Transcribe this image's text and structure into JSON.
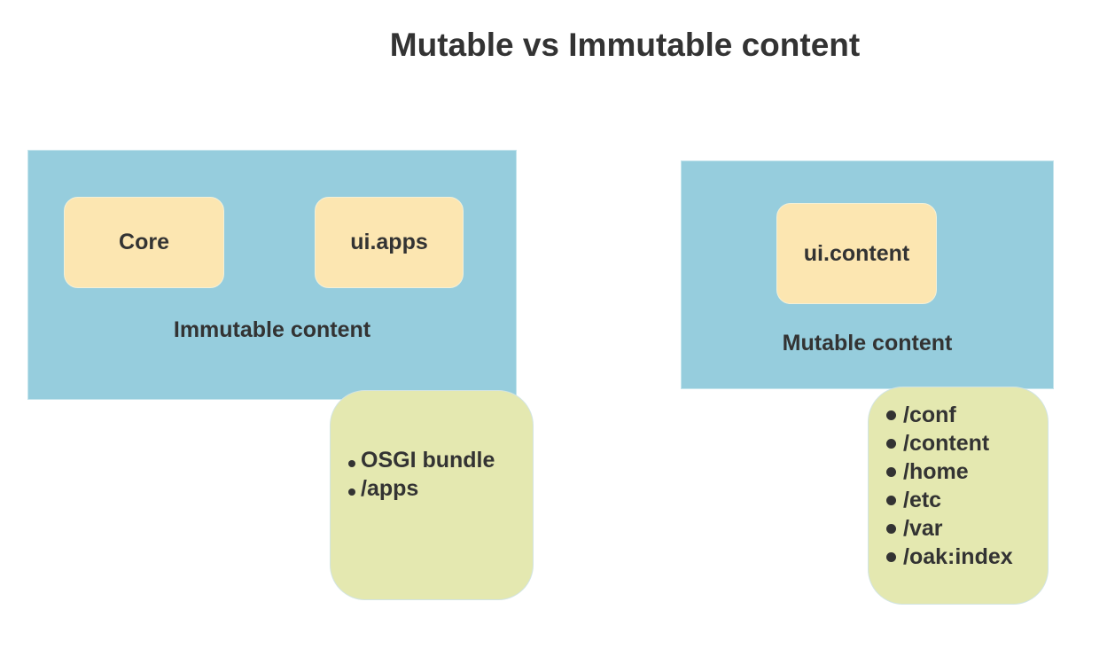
{
  "title": "Mutable vs Immutable content",
  "colors": {
    "group_fill": "#96cddd",
    "module_fill": "#fce6b1",
    "note_fill": "#e4e8b0",
    "text": "#333333"
  },
  "immutable": {
    "label": "Immutable content",
    "modules": [
      "Core",
      "ui.apps"
    ],
    "items": [
      "OSGI bundle",
      "/apps"
    ]
  },
  "mutable": {
    "label": "Mutable content",
    "modules": [
      "ui.content"
    ],
    "items": [
      "/conf",
      "/content",
      "/home",
      "/etc",
      "/var",
      "/oak:index"
    ]
  }
}
